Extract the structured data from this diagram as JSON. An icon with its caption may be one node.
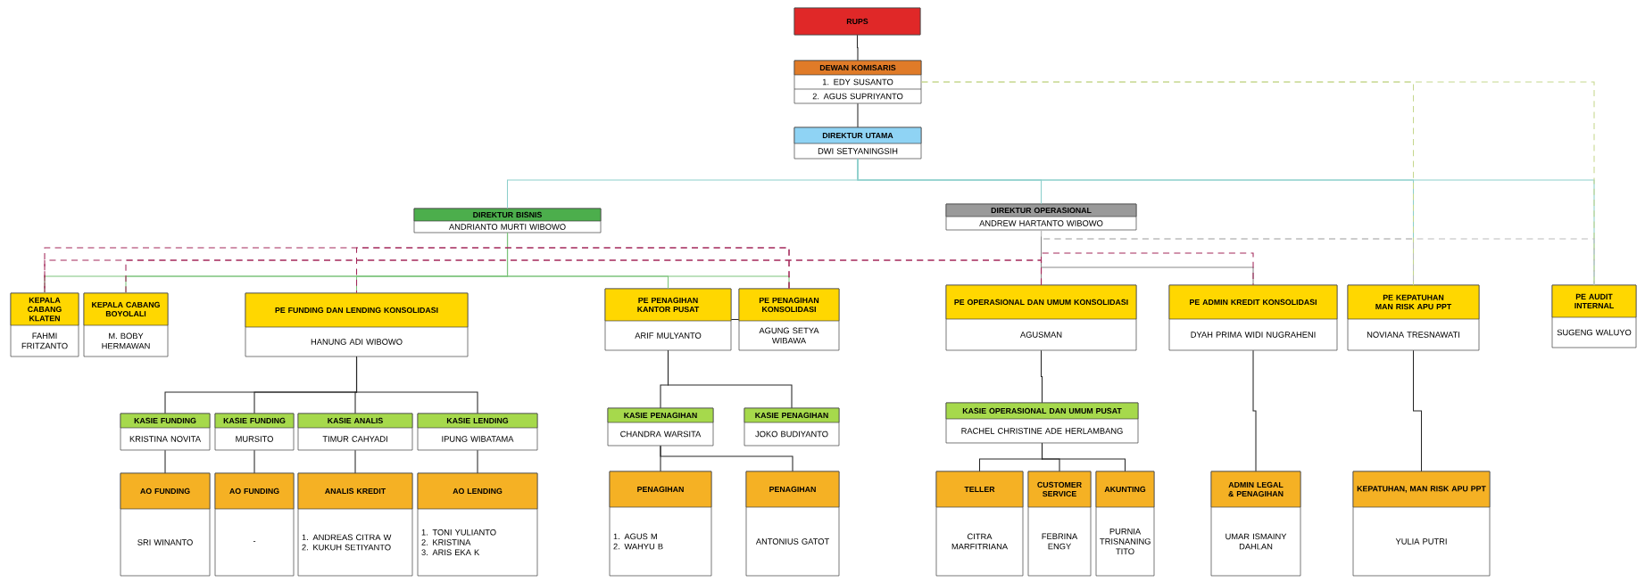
{
  "diagram": {
    "nodes": [
      {
        "text": [
          "RUPS"
        ]
      },
      {
        "text": [
          "DEWAN KOMISARIS",
          "1. EDY SUSANTO",
          "2. AGUS SUPRIYANTO"
        ]
      },
      {
        "text": [
          "DIREKTUR UTAMA",
          "DWI SETYANINGSIH"
        ]
      },
      {
        "text": [
          "DIREKTUR BISNIS",
          "ANDRIANTO MURTI WIBOWO"
        ]
      },
      {
        "text": [
          "DIREKTUR OPERASIONAL",
          "ANDREW HARTANTO WIBOWO"
        ]
      },
      {
        "text": [
          "KEPALA CABANG KLATEN",
          "FAHMI FRITZANTO"
        ]
      },
      {
        "text": [
          "KEPALA CABANG BOYOLALI",
          "M. BOBY HERMAWAN"
        ]
      },
      {
        "text": [
          "PE FUNDING DAN LENDING KONSOLIDASI",
          "HANUNG ADI WIBOWO"
        ]
      },
      {
        "text": [
          "PE PENAGIHAN KANTOR PUSAT",
          "ARIF MULYANTO"
        ]
      },
      {
        "text": [
          "PE PENAGIHAN KONSOLIDASI",
          "AGUNG SETYA WIBAWA"
        ]
      },
      {
        "text": [
          "PE OPERASIONAL DAN UMUM KONSOLIDASI",
          "AGUSMAN"
        ]
      },
      {
        "text": [
          "PE ADMIN KREDIT KONSOLIDASI",
          "DYAH PRIMA WIDI NUGRAHENI"
        ]
      },
      {
        "text": [
          "PE KEPATUHAN MAN RISK APU PPT",
          "NOVIANA TRESNAWATI"
        ]
      },
      {
        "text": [
          "PE AUDIT INTERNAL",
          "SUGENG WALUYO"
        ]
      },
      {
        "text": [
          "KASIE FUNDING",
          "KRISTINA NOVITA"
        ]
      },
      {
        "text": [
          "KASIE FUNDING",
          "MURSITO"
        ]
      },
      {
        "text": [
          "KASIE ANALIS",
          "TIMUR CAHYADI"
        ]
      },
      {
        "text": [
          "KASIE LENDING",
          "IPUNG WIBATAMA"
        ]
      },
      {
        "text": [
          "KASIE PENAGIHAN",
          "CHANDRA WARSITA"
        ]
      },
      {
        "text": [
          "KASIE PENAGIHAN",
          "JOKO BUDIYANTO"
        ]
      },
      {
        "text": [
          "KASIE OPERASIONAL DAN UMUM PUSAT",
          "RACHEL CHRISTINE ADE HERLAMBANG"
        ]
      },
      {
        "text": [
          "AO FUNDING",
          "SRI WINANTO"
        ]
      },
      {
        "text": [
          "AO FUNDING",
          "-"
        ]
      },
      {
        "text": [
          "ANALIS KREDIT",
          "1. ANDREAS CITRA W",
          "2. KUKUH SETIYANTO"
        ]
      },
      {
        "text": [
          "AO LENDING",
          "1. TONI YULIANTO",
          "2. KRISTINA",
          "3. ARIS EKA K"
        ]
      },
      {
        "text": [
          "PENAGIHAN",
          "1. AGUS M",
          "2. WAHYU B"
        ]
      },
      {
        "text": [
          "PENAGIHAN",
          "ANTONIUS GATOT"
        ]
      },
      {
        "text": [
          "TELLER",
          "CITRA MARFITRIANA"
        ]
      },
      {
        "text": [
          "CUSTOMER SERVICE",
          "FEBRINA ENGY"
        ]
      },
      {
        "text": [
          "AKUNTING",
          "PURNIA TRISNANING TITO"
        ]
      },
      {
        "text": [
          "ADMIN LEGAL & PENAGIHAN",
          "UMAR ISMAINY DAHLAN"
        ]
      },
      {
        "text": [
          "KEPATUHAN, MAN RISK APU PPT",
          "YULIA PUTRI"
        ]
      }
    ],
    "edges": [
      {
        "from": 0,
        "to": 1,
        "arrow": "none"
      },
      {
        "from": 1,
        "to": 2,
        "arrow": "none"
      },
      {
        "from": 2,
        "to": 3,
        "arrow": "none",
        "color": "#8ccfcb"
      },
      {
        "from": 2,
        "to": 4,
        "arrow": "none",
        "color": "#8ccfcb"
      },
      {
        "from": 2,
        "to": 12,
        "arrow": "none",
        "color": "#8ccfcb"
      },
      {
        "from": 2,
        "to": 13,
        "arrow": "none",
        "color": "#8ccfcb"
      },
      {
        "from": 3,
        "to": 5,
        "arrow": "none",
        "color": "#7cc47c"
      },
      {
        "from": 3,
        "to": 6,
        "arrow": "none",
        "color": "#7cc47c"
      },
      {
        "from": 3,
        "to": 7,
        "arrow": "none",
        "color": "#7cc47c"
      },
      {
        "from": 3,
        "to": 8,
        "arrow": "none",
        "color": "#7cc47c"
      },
      {
        "from": 3,
        "to": 9,
        "arrow": "none",
        "color": "#7cc47c"
      },
      {
        "from": 4,
        "to": 10,
        "arrow": "none",
        "color": "#888888"
      },
      {
        "from": 4,
        "to": 11,
        "arrow": "none",
        "color": "#888888"
      },
      {
        "from": 9,
        "to": 5,
        "arrow": "none",
        "style": "dashed",
        "color": "#a3285a"
      },
      {
        "from": 9,
        "to": 7,
        "arrow": "none",
        "style": "dashed",
        "color": "#a3285a"
      },
      {
        "from": 10,
        "to": 5,
        "arrow": "none",
        "style": "dashed",
        "color": "#a3285a"
      },
      {
        "from": 10,
        "to": 6,
        "arrow": "none",
        "style": "dashed",
        "color": "#a3285a"
      },
      {
        "from": 10,
        "to": 11,
        "arrow": "none",
        "style": "dashed",
        "color": "#a3285a"
      },
      {
        "from": 1,
        "to": 12,
        "arrow": "none",
        "style": "dashed",
        "color": "#c5d78e"
      },
      {
        "from": 1,
        "to": 13,
        "arrow": "none",
        "style": "dashed",
        "color": "#c5d78e"
      },
      {
        "from": 4,
        "to": 12,
        "arrow": "none",
        "style": "dashed",
        "color": "#bbbbbb"
      },
      {
        "from": 4,
        "to": 13,
        "arrow": "none",
        "style": "dashed",
        "color": "#bbbbbb"
      },
      {
        "from": 7,
        "to": 14,
        "arrow": "none"
      },
      {
        "from": 7,
        "to": 15,
        "arrow": "none"
      },
      {
        "from": 7,
        "to": 16,
        "arrow": "none"
      },
      {
        "from": 7,
        "to": 17,
        "arrow": "none"
      },
      {
        "from": 8,
        "to": 9,
        "arrow": "none"
      },
      {
        "from": 8,
        "to": 18,
        "arrow": "none"
      },
      {
        "from": 8,
        "to": 19,
        "arrow": "none"
      },
      {
        "from": 18,
        "to": 25,
        "arrow": "none"
      },
      {
        "from": 18,
        "to": 26,
        "arrow": "none"
      },
      {
        "from": 14,
        "to": 21,
        "arrow": "none"
      },
      {
        "from": 15,
        "to": 22,
        "arrow": "none"
      },
      {
        "from": 16,
        "to": 23,
        "arrow": "none"
      },
      {
        "from": 17,
        "to": 24,
        "arrow": "none"
      },
      {
        "from": 10,
        "to": 20,
        "arrow": "none"
      },
      {
        "from": 20,
        "to": 27,
        "arrow": "none"
      },
      {
        "from": 20,
        "to": 28,
        "arrow": "none"
      },
      {
        "from": 20,
        "to": 29,
        "arrow": "none"
      },
      {
        "from": 11,
        "to": 30,
        "arrow": "none"
      },
      {
        "from": 12,
        "to": 31,
        "arrow": "none"
      }
    ]
  }
}
